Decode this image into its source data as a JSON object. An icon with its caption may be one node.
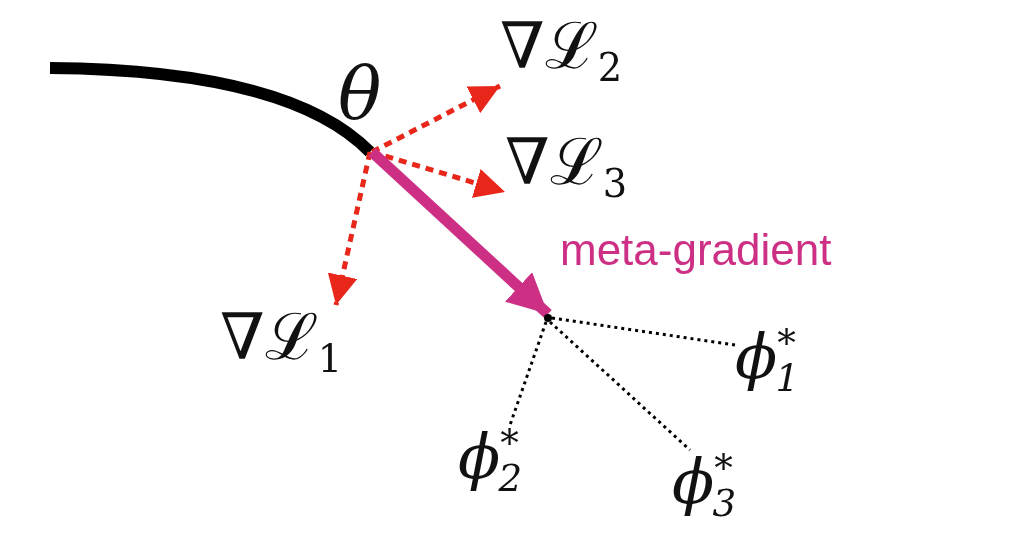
{
  "diagram": {
    "nodes": [
      {
        "text": [
          "θ"
        ]
      },
      {
        "text": [
          "∇ℒ$_{2}$"
        ]
      },
      {
        "text": [
          "∇ℒ$_{3}$"
        ]
      },
      {
        "text": [
          "∇ℒ$_{1}$"
        ]
      },
      {
        "text": [],
        "shape": "point"
      },
      {
        "text": [
          "ϕ$^{*}$$_{1}$"
        ]
      },
      {
        "text": [
          "ϕ$^{*}$$_{2}$"
        ]
      },
      {
        "text": [
          "ϕ$^{*}$$_{3}$"
        ]
      }
    ],
    "edges": [
      {
        "from": null,
        "to": 0,
        "arrow": "none",
        "style": "thick",
        "color": "#000000"
      },
      {
        "from": 0,
        "to": 1,
        "arrow": "to",
        "style": "dashed",
        "color": "#e8261a"
      },
      {
        "from": 0,
        "to": 2,
        "arrow": "to",
        "style": "dashed",
        "color": "#e8261a"
      },
      {
        "from": 0,
        "to": 3,
        "arrow": "to",
        "style": "dashed",
        "color": "#e8261a"
      },
      {
        "from": 0,
        "to": 4,
        "arrow": "to",
        "style": "thick",
        "color": "#cc2f84",
        "label": "meta-gradient"
      },
      {
        "from": 4,
        "to": 5,
        "arrow": "none",
        "style": "dashed"
      },
      {
        "from": 4,
        "to": 6,
        "arrow": "none",
        "style": "dashed"
      },
      {
        "from": 4,
        "to": 7,
        "arrow": "none",
        "style": "dashed"
      }
    ]
  }
}
